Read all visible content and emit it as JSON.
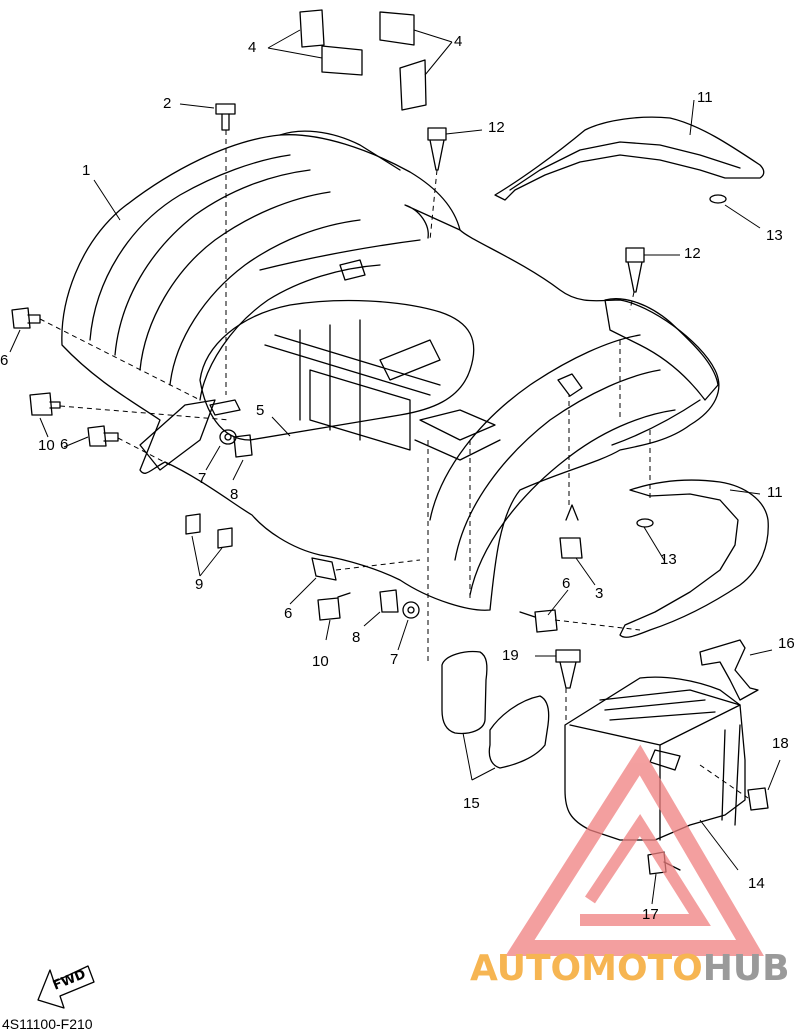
{
  "diagram_code": "4S11100-F210",
  "fwd_label": "FWD",
  "callouts": [
    {
      "id": "c1",
      "text": "1"
    },
    {
      "id": "c2",
      "text": "2"
    },
    {
      "id": "c3",
      "text": "3"
    },
    {
      "id": "c4a",
      "text": "4"
    },
    {
      "id": "c4b",
      "text": "4"
    },
    {
      "id": "c5",
      "text": "5"
    },
    {
      "id": "c6a",
      "text": "6"
    },
    {
      "id": "c6b",
      "text": "6"
    },
    {
      "id": "c6c",
      "text": "6"
    },
    {
      "id": "c6d",
      "text": "6"
    },
    {
      "id": "c7a",
      "text": "7"
    },
    {
      "id": "c7b",
      "text": "7"
    },
    {
      "id": "c8a",
      "text": "8"
    },
    {
      "id": "c8b",
      "text": "8"
    },
    {
      "id": "c9",
      "text": "9"
    },
    {
      "id": "c10a",
      "text": "10"
    },
    {
      "id": "c10b",
      "text": "10"
    },
    {
      "id": "c11a",
      "text": "11"
    },
    {
      "id": "c11b",
      "text": "11"
    },
    {
      "id": "c12a",
      "text": "12"
    },
    {
      "id": "c12b",
      "text": "12"
    },
    {
      "id": "c13a",
      "text": "13"
    },
    {
      "id": "c13b",
      "text": "13"
    },
    {
      "id": "c14",
      "text": "14"
    },
    {
      "id": "c15",
      "text": "15"
    },
    {
      "id": "c16",
      "text": "16"
    },
    {
      "id": "c17",
      "text": "17"
    },
    {
      "id": "c18",
      "text": "18"
    },
    {
      "id": "c19",
      "text": "19"
    }
  ],
  "watermark": {
    "part1": "AUTOMOTO",
    "part2": "HUB",
    "color_part1": "#f6b552",
    "color_part2": "#9a9a9a",
    "logo_color": "#f08080"
  }
}
